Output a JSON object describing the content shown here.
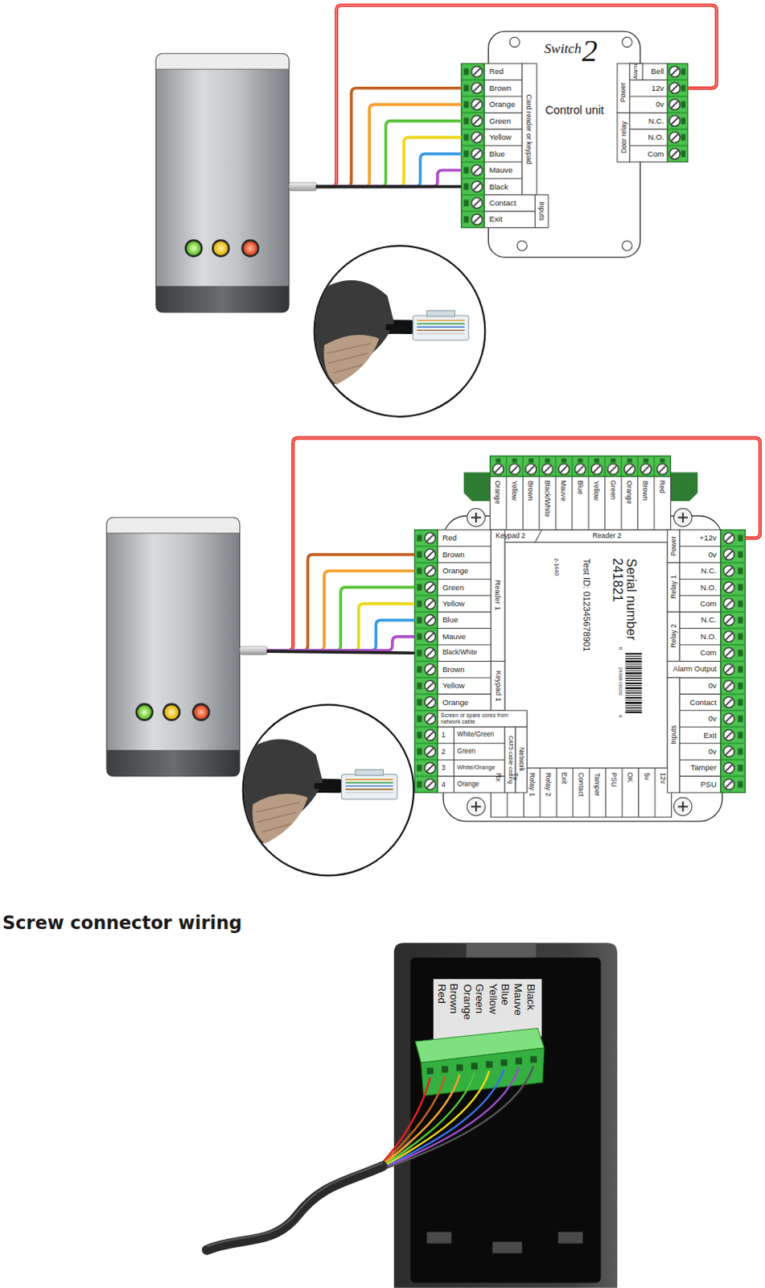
{
  "diagram": {
    "title": "Screw connector wiring",
    "nodes": [
      {
        "text": [
          "Switch",
          "2",
          "Control unit"
        ]
      },
      {
        "text": [
          "Serial number",
          "241821",
          "Test ID: 012345678901",
          "z-1440"
        ]
      }
    ],
    "labels": [
      "Red",
      "Brown",
      "Orange",
      "Green",
      "Yellow",
      "Blue",
      "Mauve",
      "Black",
      "Contact",
      "Exit",
      "Card reader or keypad",
      "Inputs",
      "Alarm",
      "Power",
      "Door relay",
      "Bell",
      "12v",
      "0v",
      "N.C.",
      "N.O.",
      "Com",
      "Orange",
      "Yellow",
      "Brown",
      "Black/White",
      "Mauve",
      "Blue",
      "Yellow",
      "Green",
      "Orange",
      "Brown",
      "Red",
      "Keypad 2",
      "Reader 2",
      "Red",
      "Brown",
      "Orange",
      "Green",
      "Yellow",
      "Blue",
      "Mauve",
      "Black/White",
      "Brown",
      "Yellow",
      "Orange",
      "Reader 1",
      "Keypad 1",
      "Screen or spare cores from network cable",
      "1",
      "White/Green",
      "2",
      "Green",
      "3",
      "White/Orange",
      "4",
      "Orange",
      "CAT5 cable coding",
      "Network",
      "+12v",
      "0v",
      "N.C.",
      "N.O.",
      "Com",
      "N.C.",
      "N.O.",
      "Com",
      "Alarm Output",
      "0v",
      "Contact",
      "0v",
      "Exit",
      "0v",
      "Tamper",
      "PSU",
      "Power",
      "Relay 1",
      "Relay 2",
      "Inputs",
      "Rx",
      "Tx",
      "Relay 1",
      "Relay 2",
      "Exit",
      "Contact",
      "Tamper",
      "PSU",
      "OK",
      "5v",
      "12v",
      "8",
      "24498 00000",
      "4",
      "Red",
      "Brown",
      "Orange",
      "Green",
      "Yellow",
      "Blue",
      "Mauve",
      "Black"
    ]
  }
}
